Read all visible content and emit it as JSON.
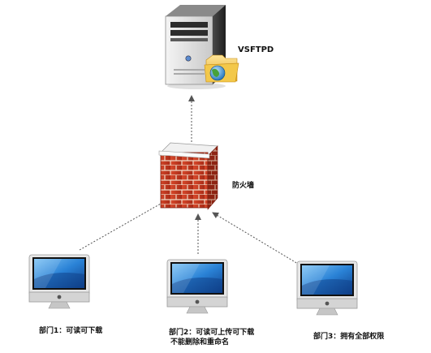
{
  "server": {
    "label": "VSFTPD",
    "icon": "server-tower-icon",
    "badge_icon": "folder-globe-icon"
  },
  "firewall": {
    "label": "防火墙",
    "icon": "brick-wall-icon"
  },
  "clients": [
    {
      "label_line1": "部门1：可读可下载",
      "label_line2": "",
      "icon": "imac-monitor-icon"
    },
    {
      "label_line1": "部门2：可读可上传可下载",
      "label_line2": "不能删除和重命名",
      "icon": "imac-monitor-icon"
    },
    {
      "label_line1": "部门3：拥有全部权限",
      "label_line2": "",
      "icon": "imac-monitor-icon"
    }
  ],
  "colors": {
    "brick": "#c83a22",
    "mortar": "#ead6c4",
    "screen": "#2a82d6",
    "server_body": "#d9d9d9",
    "arrow": "#555555"
  }
}
